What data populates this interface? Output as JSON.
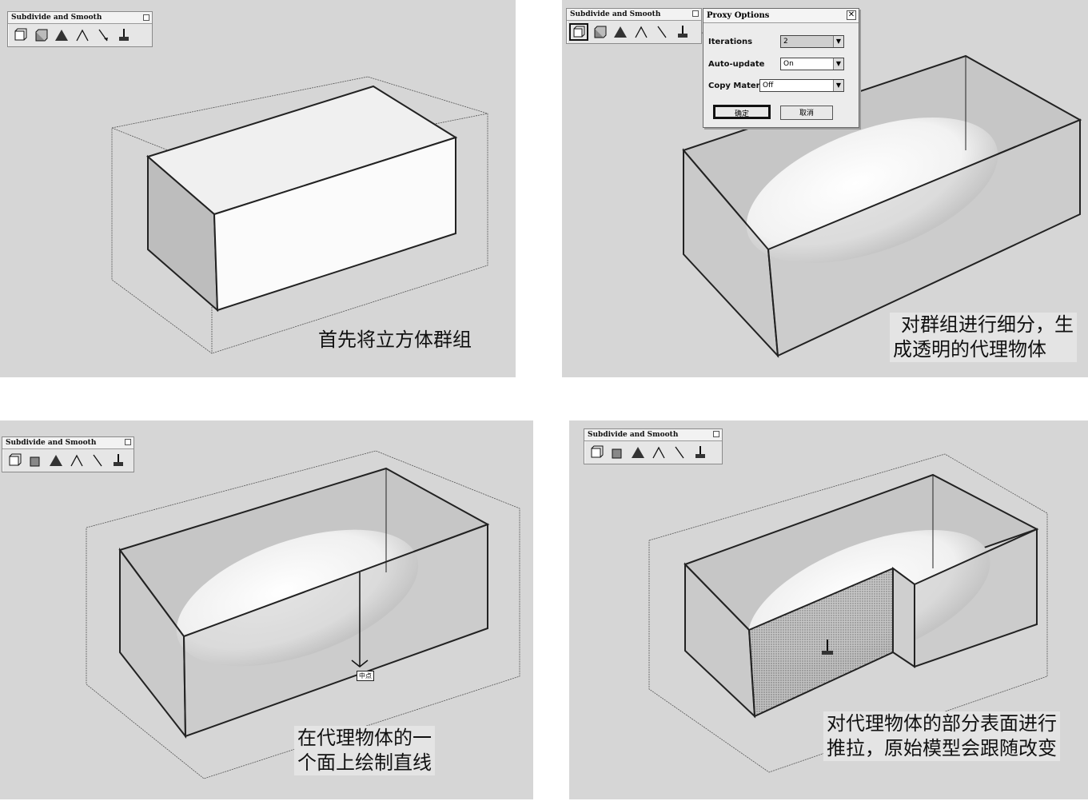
{
  "toolbar": {
    "title": "Subdivide and Smooth",
    "icons": [
      "proxy-cube-icon",
      "subdivide-cube-icon",
      "crease-pyramid-icon",
      "knife-icon",
      "vertex-arrow-icon",
      "push-pull-icon"
    ]
  },
  "panels": [
    {
      "caption_lines": [
        "首先将立方体群组"
      ]
    },
    {
      "caption_lines": [
        "对群组进行细分，生",
        "成透明的代理物体"
      ]
    },
    {
      "caption_lines": [
        "在代理物体的一",
        "个面上绘制直线"
      ]
    },
    {
      "caption_lines": [
        "对代理物体的部分表面进行",
        "推拉，原始模型会跟随改变"
      ]
    }
  ],
  "proxy_dialog": {
    "title": "Proxy Options",
    "rows": [
      {
        "label": "Iterations",
        "value": "2"
      },
      {
        "label": "Auto-update",
        "value": "On"
      },
      {
        "label": "Copy Materials",
        "value": "Off"
      }
    ],
    "ok_label": "确定",
    "cancel_label": "取消"
  },
  "line_tooltip": "中点",
  "colors": {
    "viewport": "#d6d6d6",
    "toolbar_bg": "#e6e6e6",
    "line": "#222222",
    "proxy_fill": "#bdbdbd"
  }
}
